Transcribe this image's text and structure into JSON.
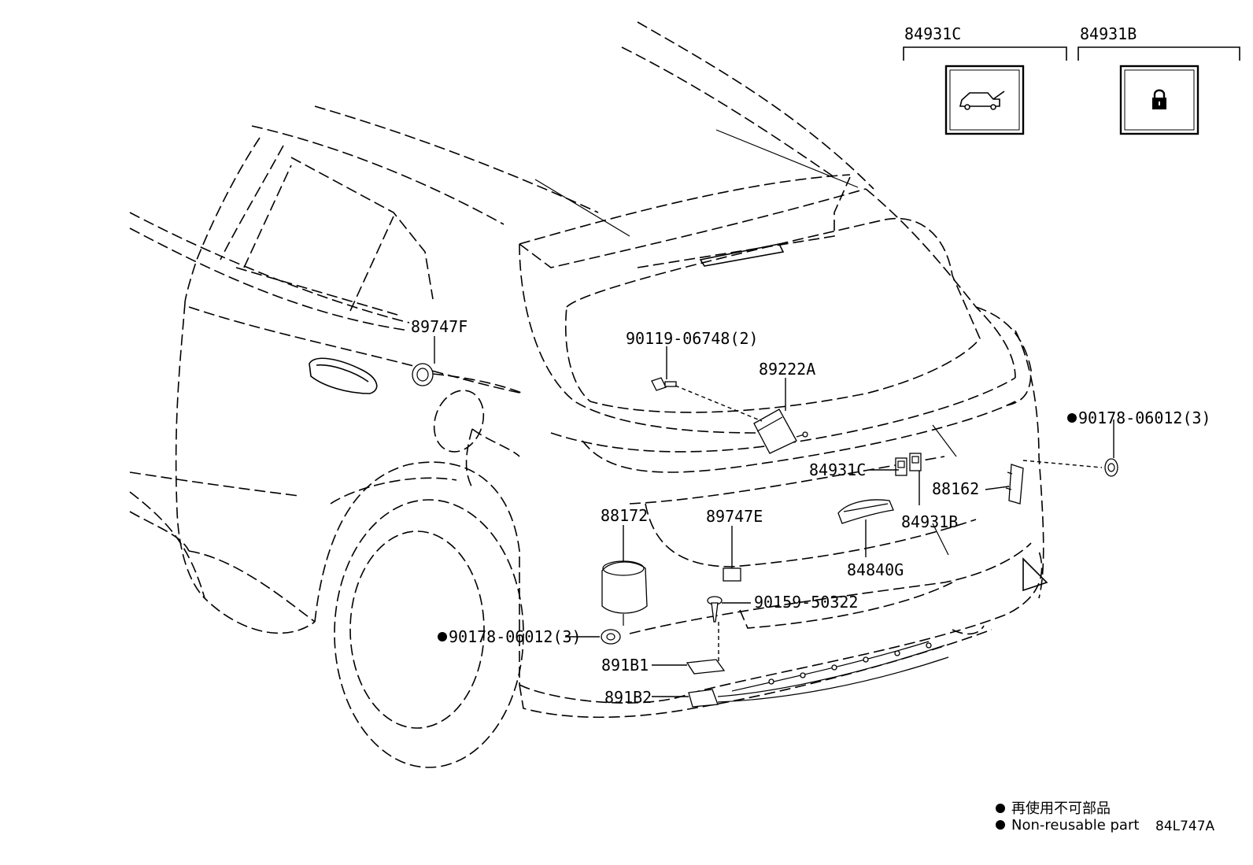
{
  "switch_panels": {
    "left": {
      "label": "84931C",
      "icon": "car-hatch-open-icon"
    },
    "right": {
      "label": "84931B",
      "icon": "padlock-icon"
    }
  },
  "callouts": {
    "p89747F": "89747F",
    "p90119": "90119-06748(2)",
    "p89222A": "89222A",
    "p90178_right": "90178-06012(3)",
    "p84931C": "84931C",
    "p88162": "88162",
    "p84931B": "84931B",
    "p88172": "88172",
    "p89747E": "89747E",
    "p84840G": "84840G",
    "p90159": "90159-50322",
    "p90178_left": "90178-06012(3)",
    "p891B1": "891B1",
    "p891B2": "891B2"
  },
  "legend": {
    "marker": "●",
    "chinese": "再使用不可部品",
    "english": "Non-reusable part"
  },
  "drawing_code": "84L747A"
}
